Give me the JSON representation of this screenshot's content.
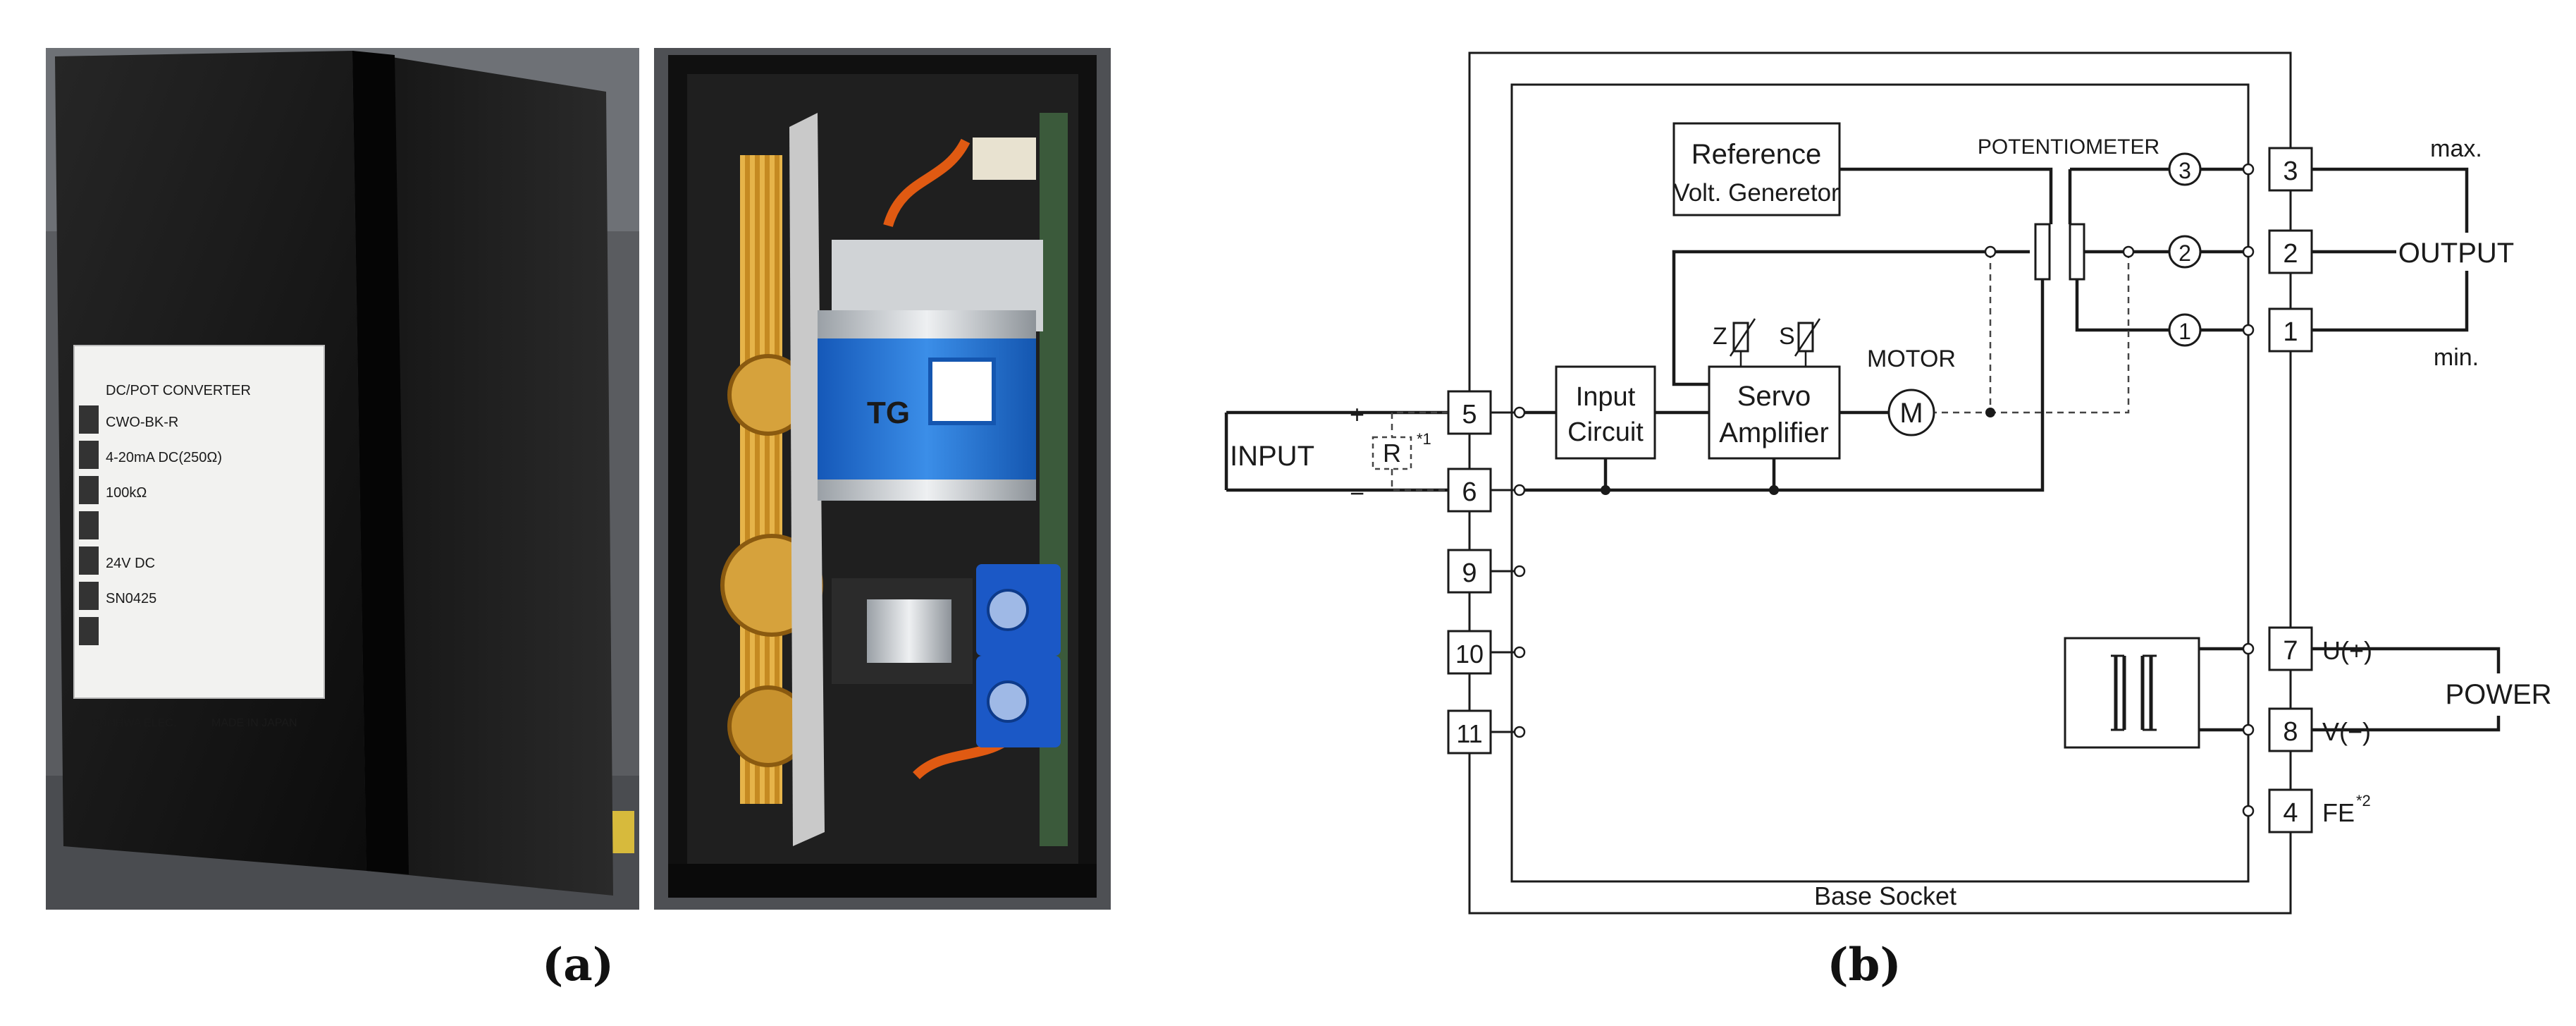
{
  "captions": {
    "left": "(a)",
    "right": "(b)"
  },
  "photo_converter": {
    "label_lines": [
      "DC/POT CONVERTER",
      "CWO-BK-R",
      "4-20mA DC(250Ω)",
      "100kΩ",
      "24V DC",
      "SN0425"
    ],
    "bottom_text": [
      "SUNHWA ELEC.",
      "MADE IN JAPAN"
    ]
  },
  "photo_internals": {
    "motor_label": "TG"
  },
  "schematic": {
    "blocks": {
      "reference": [
        "Reference",
        "Volt. Generetor"
      ],
      "input_circuit": [
        "Input",
        "Circuit"
      ],
      "servo": [
        "Servo",
        "Amplifier"
      ]
    },
    "motor_label": "MOTOR",
    "motor_symbol": "M",
    "potentiometer_label": "POTENTIOMETER",
    "zero_label": "Z",
    "span_label": "S",
    "resistor_label": "R",
    "resistor_note": "*1",
    "input_label": "INPUT",
    "plus": "+",
    "minus": "−",
    "terminals_left": [
      "5",
      "6",
      "9",
      "10",
      "11"
    ],
    "terminals_right": [
      "3",
      "2",
      "1",
      "7",
      "8",
      "4"
    ],
    "pot_circles": [
      "3",
      "2",
      "1"
    ],
    "output_label": "OUTPUT",
    "max_label": "max.",
    "min_label": "min.",
    "power_label": "POWER",
    "u_label": "U(+)",
    "v_label": "V(−)",
    "fe_label": "FE",
    "fe_note": "*2",
    "base_socket": "Base Socket"
  }
}
